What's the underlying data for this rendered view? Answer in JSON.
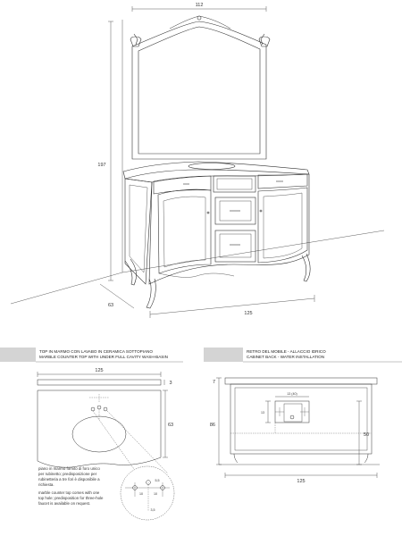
{
  "main_view": {
    "width_label": "112",
    "height_label": "197",
    "depth_label": "63",
    "front_width_label": "125"
  },
  "top_panel": {
    "caption_it": "TOP IN MARMO CON LAVABO IN CERAMICA SOTTOPIANO",
    "caption_en": "MARBLE COUNTER TOP WITH UNDER FULL CAVITY WASH-BASIN",
    "width_label": "125",
    "thickness_label": "3",
    "depth_label": "63",
    "hole_dims": [
      "10",
      "10",
      "5,5",
      "3,5"
    ],
    "note_it": [
      "piano in marmo fornito di  foro unico",
      "per rubinetto; predisposizione per",
      "rubinetteria a tre fori è disponibile a",
      "richiesta."
    ],
    "note_en": [
      "marble counter top comes with one",
      "top hole; predisposition for three-hole",
      "faucet is available on request."
    ]
  },
  "back_panel": {
    "caption_it": "RETRO DEL MOBILE - ALLACCIO IDRICO",
    "caption_en": "CABINET BACK - WATER INSTALLATION",
    "top_label": "7",
    "height_label": "86",
    "inner_label": "50",
    "box_label": "13 (40)",
    "box_inner_label": "13",
    "width_label": "125"
  }
}
